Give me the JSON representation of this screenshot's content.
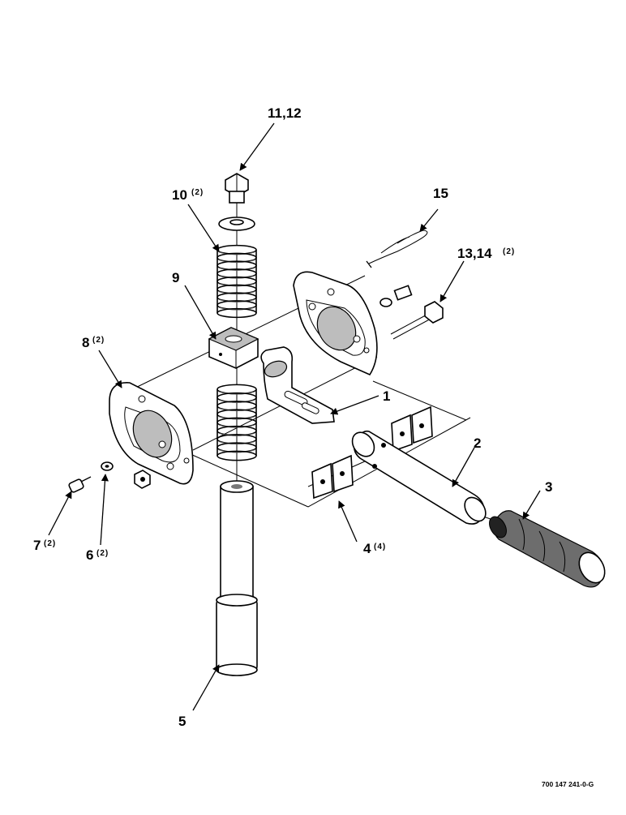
{
  "callouts": [
    {
      "id": "c1",
      "number": "1",
      "qty": ""
    },
    {
      "id": "c2",
      "number": "2",
      "qty": ""
    },
    {
      "id": "c3",
      "number": "3",
      "qty": ""
    },
    {
      "id": "c4",
      "number": "4",
      "qty": "(4)"
    },
    {
      "id": "c5",
      "number": "5",
      "qty": ""
    },
    {
      "id": "c6",
      "number": "6",
      "qty": "(2)"
    },
    {
      "id": "c7",
      "number": "7",
      "qty": "(2)"
    },
    {
      "id": "c8",
      "number": "8",
      "qty": "(2)"
    },
    {
      "id": "c9",
      "number": "9",
      "qty": ""
    },
    {
      "id": "c10",
      "number": "10",
      "qty": "(2)"
    },
    {
      "id": "c11",
      "number": "11,12",
      "qty": ""
    },
    {
      "id": "c13",
      "number": "13,14",
      "qty": "(2)"
    },
    {
      "id": "c15",
      "number": "15",
      "qty": ""
    }
  ],
  "drawing_reference": "700 147 241-0-G"
}
